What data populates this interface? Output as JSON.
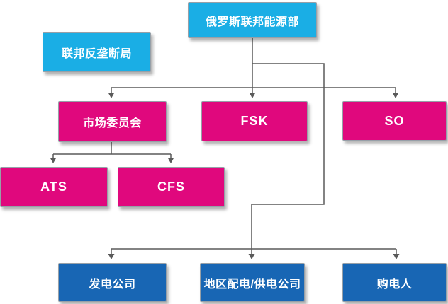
{
  "colors": {
    "cyan": "#1AAEE5",
    "magenta": "#E0087D",
    "blue": "#1866B4",
    "line": "#5A5A5A",
    "node_text": "#FFFFFF",
    "background": "#FFFFFF"
  },
  "nodes": {
    "ministry": {
      "label": "俄罗斯联邦能源部",
      "color": "cyan"
    },
    "antimonopoly": {
      "label": "联邦反垄断局",
      "color": "cyan"
    },
    "market_committee": {
      "label": "市场委员会",
      "color": "magenta"
    },
    "fsk": {
      "label": "FSK",
      "color": "magenta"
    },
    "so": {
      "label": "SO",
      "color": "magenta"
    },
    "ats": {
      "label": "ATS",
      "color": "magenta"
    },
    "cfs": {
      "label": "CFS",
      "color": "magenta"
    },
    "generation_company": {
      "label": "发电公司",
      "color": "blue"
    },
    "regional_distribution_supply_company": {
      "label": "地区配电/供电公司",
      "color": "blue"
    },
    "power_purchaser": {
      "label": "购电人",
      "color": "blue"
    }
  },
  "edges": [
    {
      "from": "ministry",
      "to": "market_committee"
    },
    {
      "from": "ministry",
      "to": "fsk"
    },
    {
      "from": "ministry",
      "to": "so"
    },
    {
      "from": "ministry",
      "to": "generation_company"
    },
    {
      "from": "ministry",
      "to": "regional_distribution_supply_company"
    },
    {
      "from": "ministry",
      "to": "power_purchaser"
    },
    {
      "from": "market_committee",
      "to": "ats"
    },
    {
      "from": "market_committee",
      "to": "cfs"
    }
  ]
}
